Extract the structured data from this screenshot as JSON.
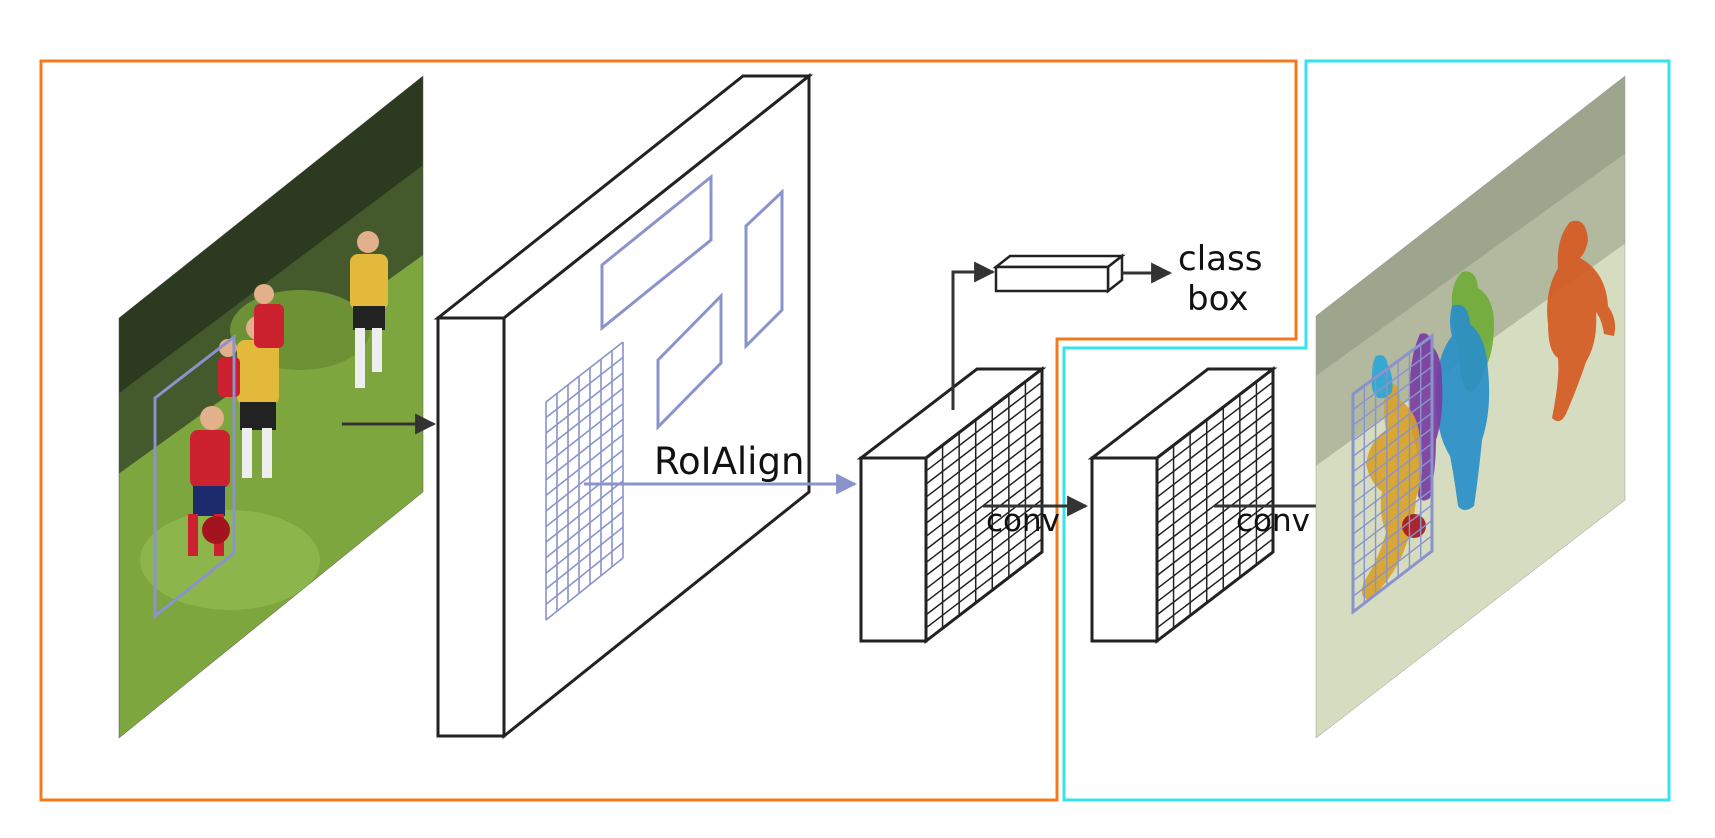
{
  "labels": {
    "roi_align": "RoIAlign",
    "class": "class",
    "box": "box",
    "conv_1": "conv",
    "conv_2": "conv"
  },
  "colors": {
    "orange_frame": "#f07a1c",
    "cyan_frame": "#36e2ee",
    "roi_blue": "#8a93cc",
    "line_dark": "#222222",
    "grass": "#7ea63f",
    "trees": "#2c3b1f",
    "player_red": "#cc2230",
    "player_yellow": "#e2b93a",
    "mask_orange": "#d5581f",
    "mask_blue": "#2a8ec8",
    "mask_green": "#6fac35",
    "mask_purple": "#7a3ca0",
    "mask_gold": "#d8a22a",
    "mask_cyan": "#28a6d6"
  },
  "icons": {
    "input_image": "soccer-photo-icon",
    "output_image": "segmented-soccer-photo-icon"
  }
}
